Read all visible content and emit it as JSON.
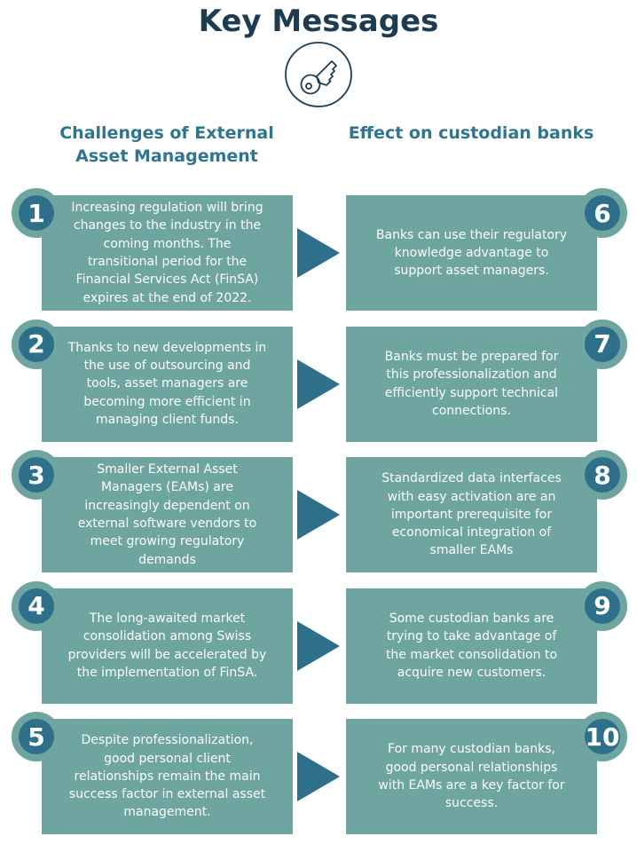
{
  "title": "Key Messages",
  "icon": {
    "name": "key-icon"
  },
  "columns": {
    "left_header": "Challenges of External Asset Management",
    "right_header": "Effect on custodian banks"
  },
  "rows": [
    {
      "left": {
        "number": "1",
        "text": "Increasing regulation will bring\nchanges to the industry in the\ncoming months. The\ntransitional period for the\nFinancial Services Act (FinSA)\nexpires at the end of 2022."
      },
      "right": {
        "number": "6",
        "text": "Banks can use their regulatory\nknowledge advantage to\nsupport asset managers."
      }
    },
    {
      "left": {
        "number": "2",
        "text": "Thanks to new developments in\nthe use of outsourcing and\ntools, asset managers are\nbecoming more efficient in\nmanaging client funds."
      },
      "right": {
        "number": "7",
        "text": "Banks must be prepared for\nthis professionalization and\nefficiently support technical\nconnections."
      }
    },
    {
      "left": {
        "number": "3",
        "text": "Smaller External Asset\nManagers (EAMs) are\nincreasingly dependent on\nexternal software vendors to\nmeet growing regulatory\ndemands"
      },
      "right": {
        "number": "8",
        "text": "Standardized data interfaces\nwith easy activation are an\nimportant prerequisite for\neconomical integration of\nsmaller EAMs"
      }
    },
    {
      "left": {
        "number": "4",
        "text": "The long-awaited market\nconsolidation among Swiss\nproviders will be accelerated by\nthe implementation of FinSA."
      },
      "right": {
        "number": "9",
        "text": "Some custodian banks are\ntrying to take advantage of\nthe market consolidation to\nacquire new customers."
      }
    },
    {
      "left": {
        "number": "5",
        "text": "Despite professionalization,\ngood personal client\nrelationships remain the main\nsuccess factor in external asset\nmanagement."
      },
      "right": {
        "number": "10",
        "text": "For many custodian banks,\ngood personal relationships\nwith EAMs are a key factor for\nsuccess."
      }
    }
  ],
  "colors": {
    "title": "#1d3c52",
    "header": "#2f7591",
    "box": "#6fa5a1",
    "circle": "#2e7089",
    "arrow": "#2e7089",
    "boxtext": "#fdfcfa"
  }
}
